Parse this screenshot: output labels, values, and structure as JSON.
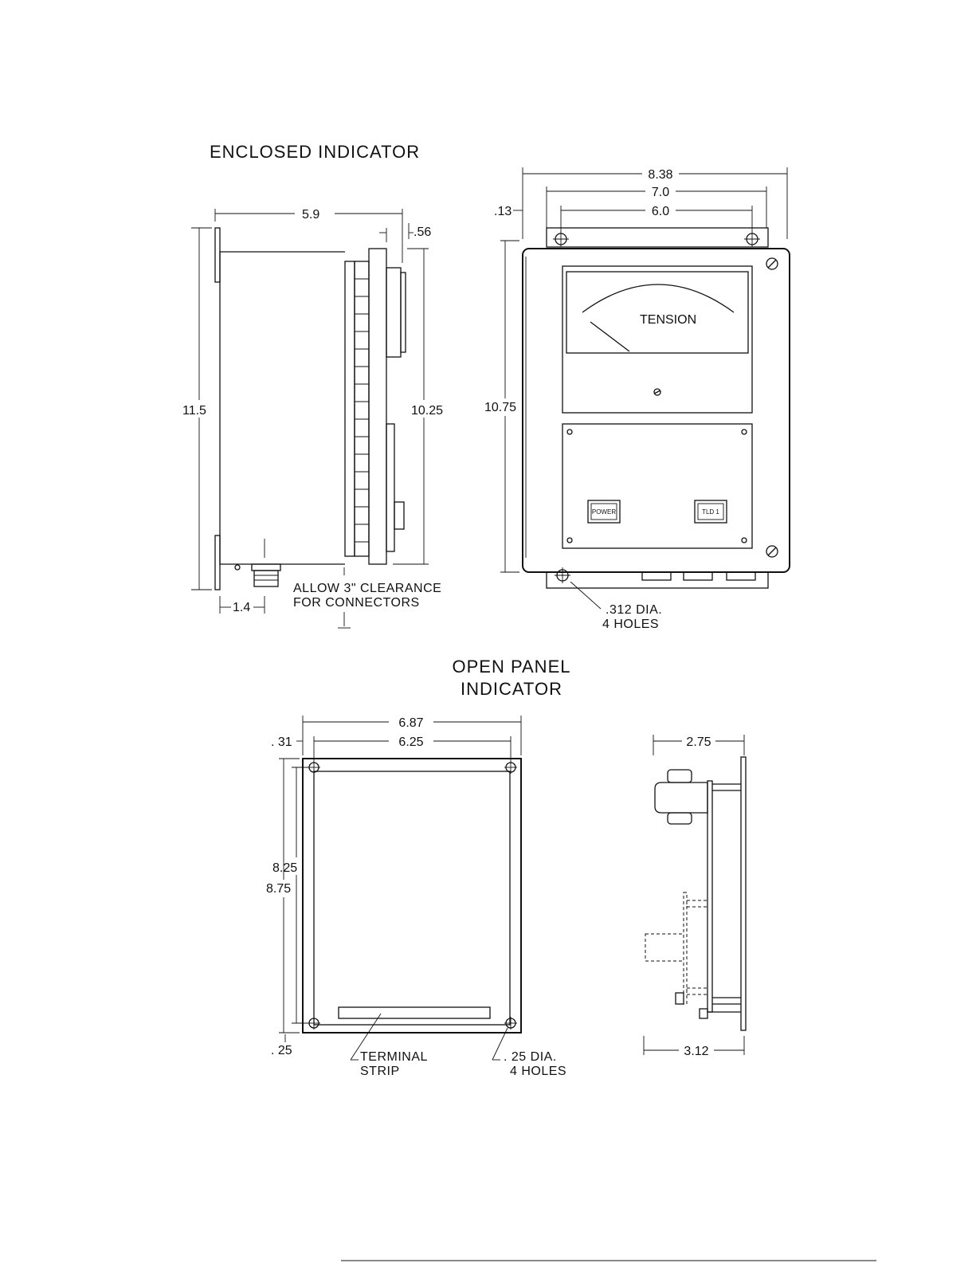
{
  "titles": {
    "enclosed": "ENCLOSED  INDICATOR",
    "open_line1": "OPEN  PANEL",
    "open_line2": "INDICATOR"
  },
  "enclosed_side": {
    "width": "5.9",
    "front_depth": ".56",
    "height": "11.5",
    "panel_height": "10.25",
    "connector_offset": "1.4",
    "clearance_line1": "ALLOW  3\"  CLEARANCE",
    "clearance_line2": "FOR  CONNECTORS"
  },
  "enclosed_front": {
    "overall_width": "8.38",
    "mount_width": "7.0",
    "hole_spacing": "6.0",
    "offset": ".13",
    "height": "10.75",
    "meter_label": "TENSION",
    "power_button": "POWER",
    "tld_button": "TLD 1",
    "hole_note_line1": ".312  DIA.",
    "hole_note_line2": "4  HOLES"
  },
  "open_front": {
    "overall_width": "6.87",
    "hole_spacing": "6.25",
    "left_offset": ". 31",
    "inner_height": "8.25",
    "overall_height": "8.75",
    "bottom_offset": ". 25",
    "terminal_line1": "TERMINAL",
    "terminal_line2": "STRIP",
    "hole_note_line1": ". 25  DIA.",
    "hole_note_line2": "4  HOLES"
  },
  "open_side": {
    "top_width": "2.75",
    "bottom_width": "3.12"
  }
}
